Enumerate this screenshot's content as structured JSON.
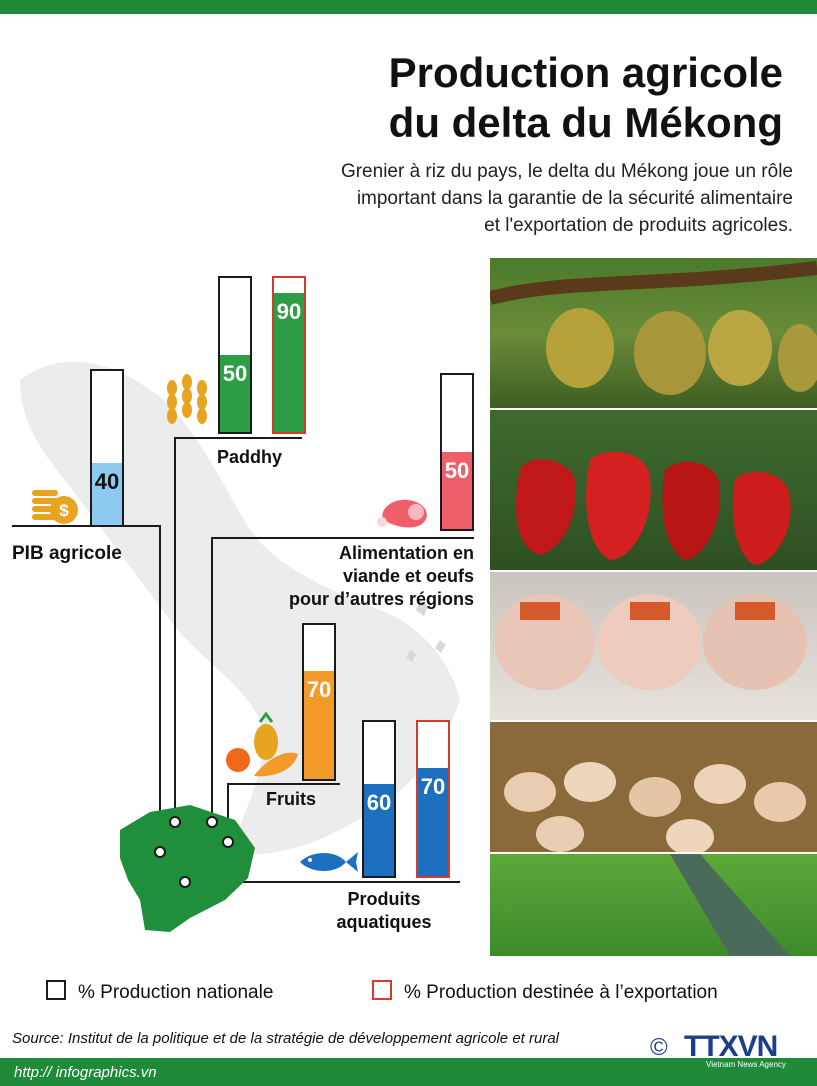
{
  "header": {
    "title_line1": "Production agricole",
    "title_line2": "du delta du Mékong",
    "subtitle_line1": "Grenier à riz du pays, le delta du Mékong joue un rôle",
    "subtitle_line2": "important dans la garantie de la sécurité alimentaire",
    "subtitle_line3": "et l'exportation de produits agricoles."
  },
  "colors": {
    "brand_green": "#1e8a3a",
    "export_outline": "#d83a2a",
    "paddhy": "#2e9e46",
    "pib": "#8dcaf0",
    "meat": "#ef5f6a",
    "fruits": "#f39a2a",
    "aquatic": "#1d6fc0"
  },
  "chart_data": {
    "type": "bar",
    "unit": "%",
    "ylim": [
      0,
      100
    ],
    "series": [
      {
        "name": "% Production nationale"
      },
      {
        "name": "% Production destinée à l’exportation"
      }
    ],
    "categories": [
      {
        "key": "paddhy",
        "label": "Paddhy",
        "nationale": 50,
        "exportation": 90
      },
      {
        "key": "pib",
        "label": "PIB agricole",
        "nationale": 40
      },
      {
        "key": "meat",
        "label_line1": "Alimentation en",
        "label_line2": "viande et oeufs",
        "label_line3": "pour d’autres régions",
        "nationale": 50
      },
      {
        "key": "fruits",
        "label": "Fruits",
        "nationale": 70
      },
      {
        "key": "aquatic",
        "label_line1": "Produits",
        "label_line2": "aquatiques",
        "nationale": 60,
        "exportation": 70
      }
    ]
  },
  "legend": {
    "national": "% Production nationale",
    "export": "% Production destinée à l’exportation"
  },
  "footer": {
    "source": "Source: Institut de la politique et de la stratégie de développement agricole  et rural",
    "url": "http:// infographics.vn",
    "copyright": "©",
    "logo": "TTXVN",
    "logo_sub": "Vietnam News Agency"
  }
}
